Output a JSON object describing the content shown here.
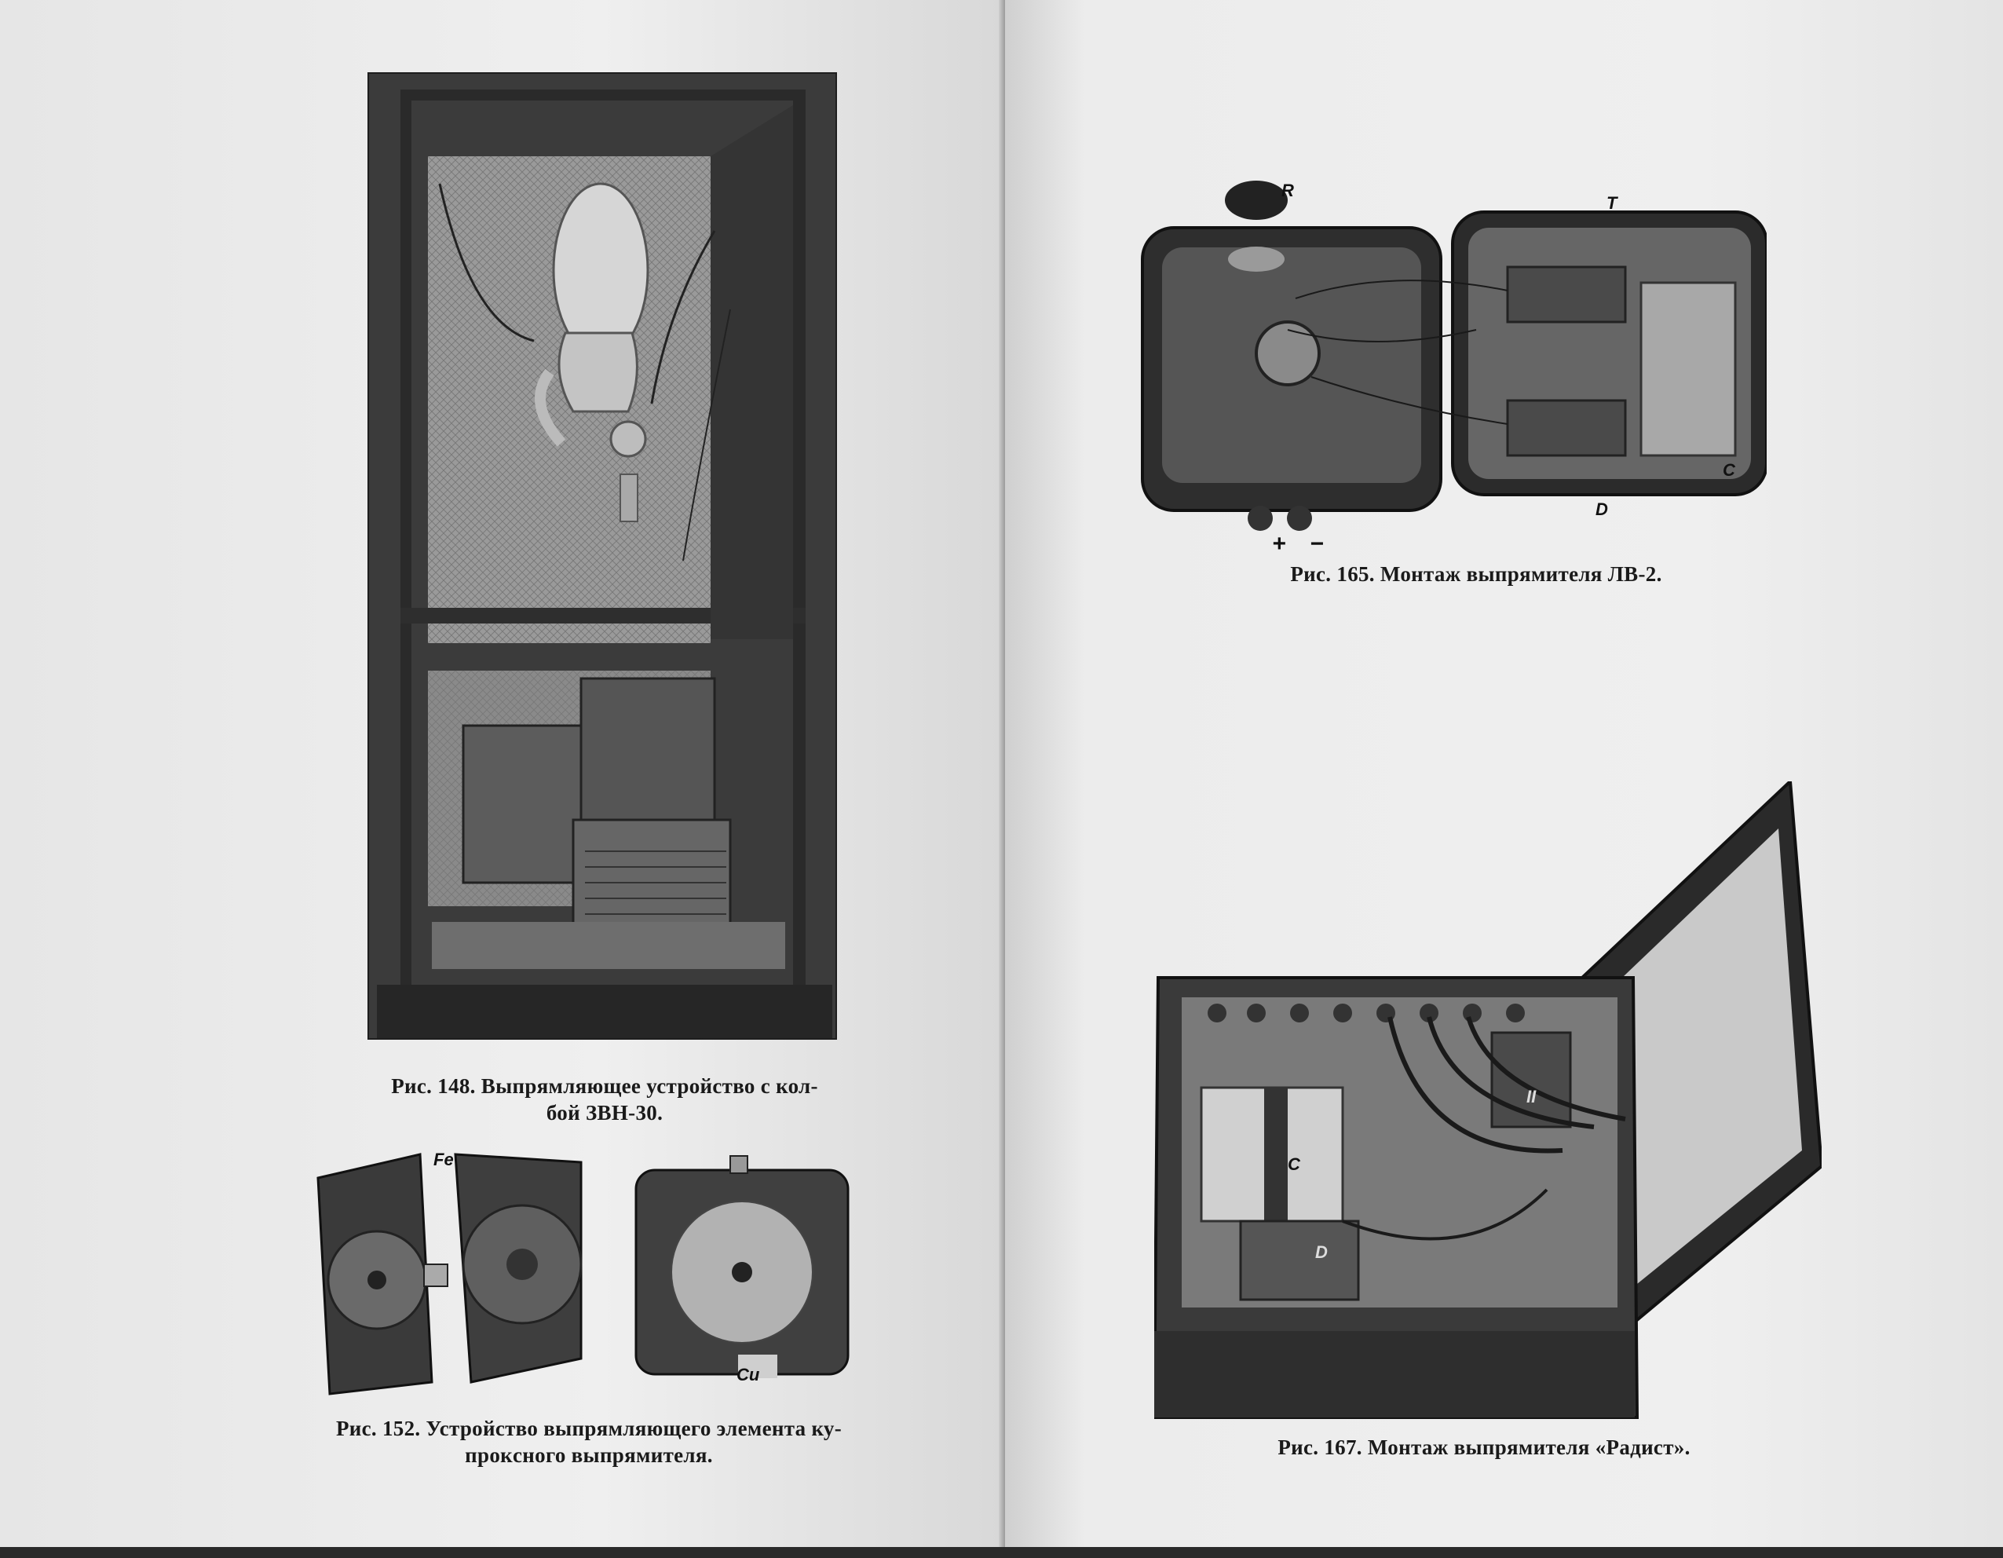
{
  "left_page": {
    "fig148": {
      "caption_line1": "Рис. 148. Выпрямляющее устройство с кол-",
      "caption_line2": "бой ЗВН-30."
    },
    "fig152": {
      "caption_line1": "Рис. 152. Устройство выпрямляющего элемента ку-",
      "caption_line2": "прокcного выпрямителя.",
      "label_fe": "Fe",
      "label_cu": "Cu"
    }
  },
  "right_page": {
    "fig165": {
      "caption": "Рис. 165. Монтаж выпрямителя ЛВ-2.",
      "label_r": "R",
      "label_t": "T",
      "label_c": "C",
      "label_d": "D",
      "label_plus": "+",
      "label_minus": "−"
    },
    "fig167": {
      "caption": "Рис. 167. Монтаж выпрямителя «Радист».",
      "label_c": "C",
      "label_d": "D",
      "label_ii": "II"
    }
  }
}
